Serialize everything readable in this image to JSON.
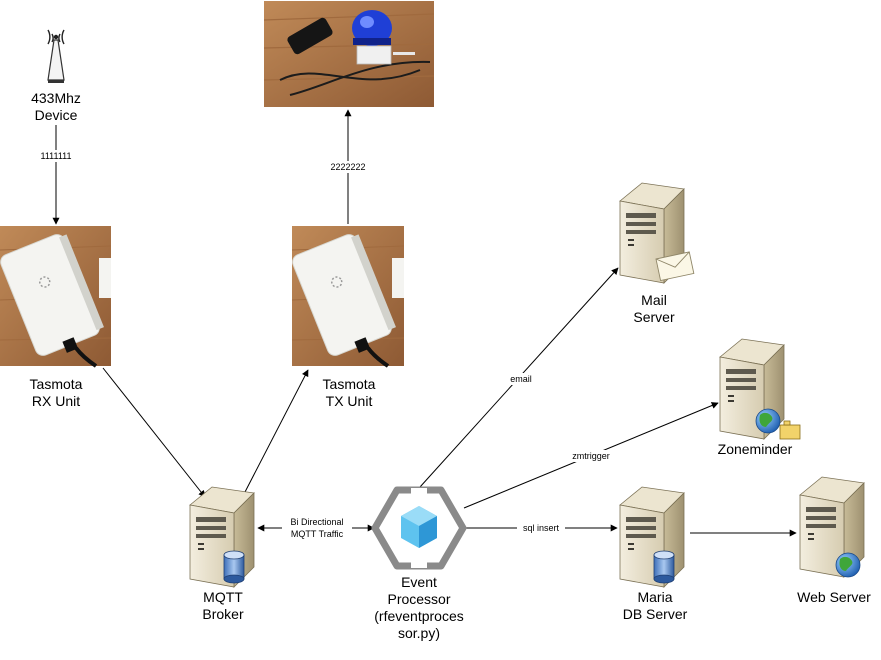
{
  "nodes": {
    "rf_device": {
      "line1": "433Mhz",
      "line2": "Device"
    },
    "rx_unit": {
      "line1": "Tasmota",
      "line2": "RX Unit"
    },
    "tx_unit": {
      "line1": "Tasmota",
      "line2": "TX Unit"
    },
    "mqtt_broker": {
      "line1": "MQTT",
      "line2": "Broker"
    },
    "event_processor": {
      "line1": "Event",
      "line2": "Processor",
      "line3": "(rfeventproces",
      "line4": "sor.py)"
    },
    "mail_server": {
      "line1": "Mail",
      "line2": "Server"
    },
    "zoneminder": {
      "line1": "Zoneminder"
    },
    "maria_db": {
      "line1": "Maria",
      "line2": "DB Server"
    },
    "web_server": {
      "line1": "Web Server"
    }
  },
  "edges": {
    "device_to_rx": "1111111",
    "tx_to_siren": "2222222",
    "mqtt_traffic_line1": "Bi Directional",
    "mqtt_traffic_line2": "MQTT Traffic",
    "email": "email",
    "zmtrigger": "zmtrigger",
    "sql_insert": "sql insert"
  },
  "colors": {
    "server_body": "#e4dcc6",
    "server_side": "#b8ab88",
    "device_box": "#f2f2ef",
    "wood": "#b07a4a",
    "azure_blue": "#3aa8e0",
    "processor_grey": "#8a8a8a",
    "globe": "#3a78c8"
  }
}
